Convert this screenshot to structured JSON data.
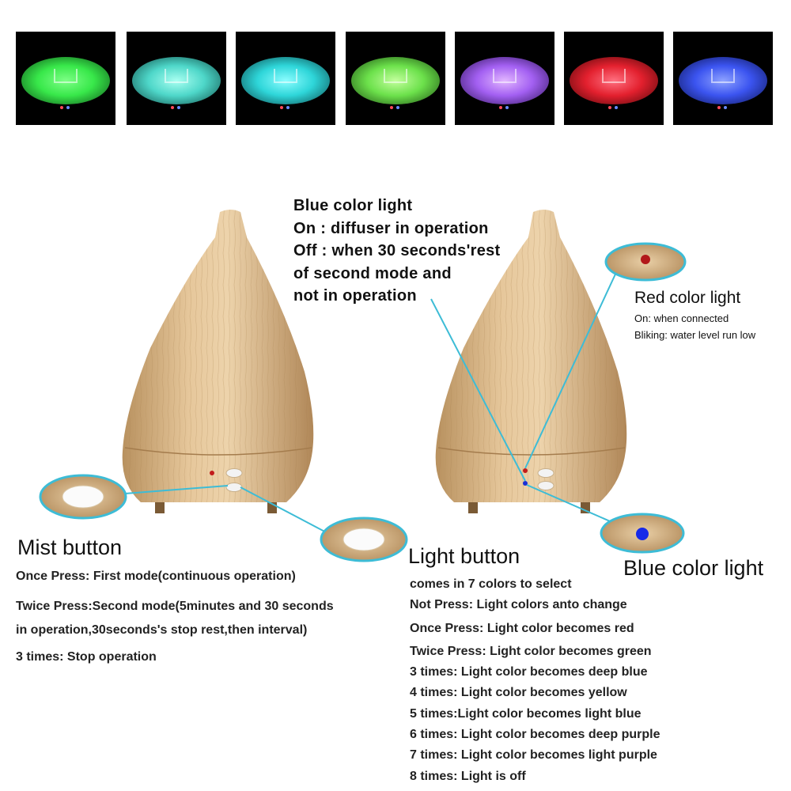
{
  "swatches": [
    {
      "name": "green",
      "color": "#38e84a"
    },
    {
      "name": "teal",
      "color": "#4ed7c9"
    },
    {
      "name": "cyan",
      "color": "#2ed6d9"
    },
    {
      "name": "lime",
      "color": "#6ce14b"
    },
    {
      "name": "purple",
      "color": "#a360f2"
    },
    {
      "name": "red",
      "color": "#e3202e"
    },
    {
      "name": "blue",
      "color": "#3b54f0"
    }
  ],
  "blue_light_info": {
    "title": "Blue color light",
    "line1": "On : diffuser in operation",
    "line2": "Off : when 30 seconds'rest",
    "line3": "of second mode and",
    "line4": "not in operation"
  },
  "red_light": {
    "title": "Red color light",
    "on": "On: when connected",
    "blink": "Bliking: water level run low"
  },
  "blue_label": "Blue color light",
  "mist": {
    "title": "Mist button",
    "once": "Once Press: First mode(continuous operation)",
    "twice1": "Twice Press:Second mode(5minutes and 30 seconds",
    "twice2": "in operation,30seconds's stop rest,then interval)",
    "three": "3 times: Stop operation"
  },
  "light": {
    "title": "Light button",
    "lines": [
      "comes in 7 colors to select",
      "Not Press: Light colors anto change",
      "Once Press: Light color becomes red",
      "Twice Press: Light color becomes green",
      "3 times: Light color becomes deep blue",
      "4 times: Light color becomes yellow",
      "5 times:Light color becomes light blue",
      "6 times: Light color becomes deep purple",
      "7 times: Light color becomes light purple",
      "8 times: Light is off"
    ]
  }
}
